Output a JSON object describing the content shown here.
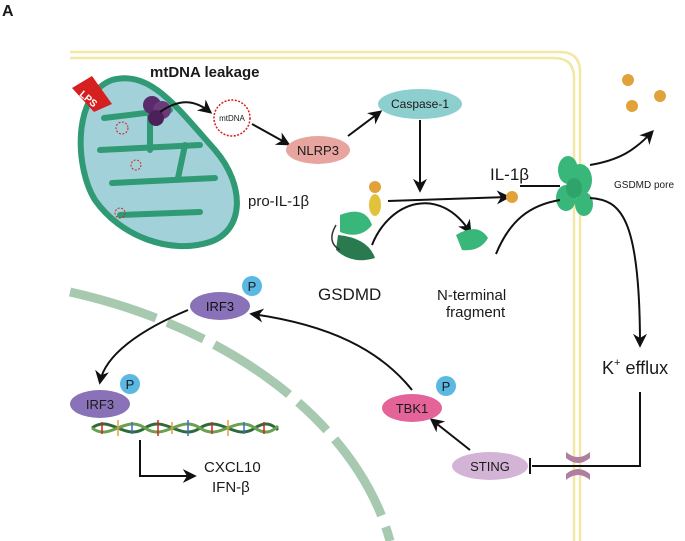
{
  "panel_letter": "A",
  "mito": {
    "title": "mtDNA leakage",
    "lps": "LPS",
    "mtdna": "mtDNA"
  },
  "nodes": {
    "nlrp3": "NLRP3",
    "caspase1": "Caspase-1",
    "il1b": "IL-1β",
    "pro_il1b": "pro-IL-1β",
    "gsdmd": "GSDMD",
    "n_terminal_1": "N-terminal",
    "n_terminal_2": "fragment",
    "gsdmd_pore": "GSDMD pore",
    "k_plus": "K",
    "k_sup": "+",
    "k_efflux": " efflux",
    "sting": "STING",
    "tbk1": "TBK1",
    "irf3_top": "IRF3",
    "irf3_bottom": "IRF3",
    "p": "P",
    "cxcl10": "CXCL10",
    "ifnb": "IFN-β"
  },
  "colors": {
    "nlrp3": "#e8a5a0",
    "caspase": "#8dcfcf",
    "irf3": "#8a72b8",
    "phospho": "#5ab8e2",
    "tbk1": "#e4649a",
    "sting": "#d4b4d6",
    "gsdmd": "#39b67a",
    "il1b_dot": "#e2a23a",
    "membrane": "#f2e7a3",
    "nucleus": "#a7c9b0",
    "mito_fill": "#a3d1d9",
    "mito_edge": "#2f9a73",
    "lps": "#d6201f"
  }
}
